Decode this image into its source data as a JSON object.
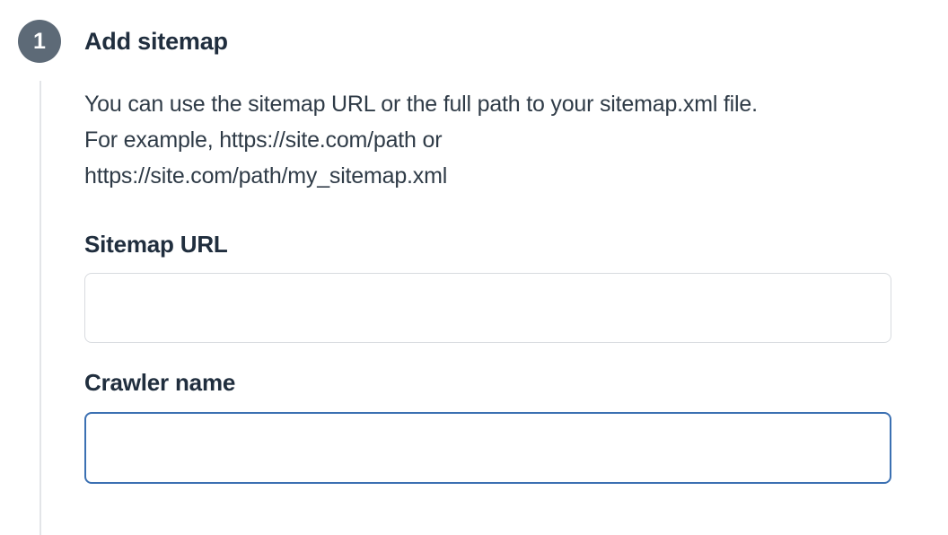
{
  "step": {
    "number": "1",
    "title": "Add sitemap",
    "description": "You can use the sitemap URL or the full path to your sitemap.xml file.\nFor example, https://site.com/path or\nhttps://site.com/path/my_sitemap.xml"
  },
  "form": {
    "sitemap_url": {
      "label": "Sitemap URL",
      "value": "",
      "placeholder": ""
    },
    "crawler_name": {
      "label": "Crawler name",
      "value": "",
      "placeholder": "",
      "focused": true
    }
  },
  "colors": {
    "badge_bg": "#5d6a77",
    "badge_text": "#ffffff",
    "heading_text": "#202e3e",
    "body_text": "#2f3b47",
    "input_border": "#d8dbdf",
    "input_border_focused": "#3b70b2",
    "connector_line": "#e3e5e8",
    "page_bg": "#ffffff"
  }
}
